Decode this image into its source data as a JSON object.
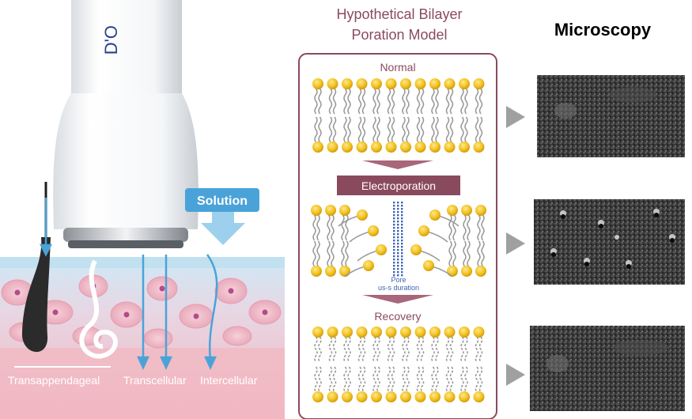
{
  "left_panel": {
    "device_brand": "D'O",
    "solution_label": "Solution",
    "pathways": [
      "Transappendageal",
      "Transcellular",
      "Intercellular"
    ]
  },
  "middle_panel": {
    "title_line1": "Hypothetical Bilayer",
    "title_line2": "Poration Model",
    "stage_normal": "Normal",
    "stage_electroporation": "Electroporation",
    "pore_label_line1": "Pore",
    "pore_label_line2": "us-s duration",
    "stage_recovery": "Recovery"
  },
  "right_panel": {
    "title": "Microscopy"
  },
  "colors": {
    "accent_maroon": "#8a4a5e",
    "arrow_mauve": "#a8677a",
    "solution_blue": "#4aa3d8",
    "lipid_head_yellow": "#f2c01f",
    "pore_blue": "#3b63b8",
    "skin_pink": "#f2b8c2",
    "skin_blue": "#bfe0f0"
  }
}
